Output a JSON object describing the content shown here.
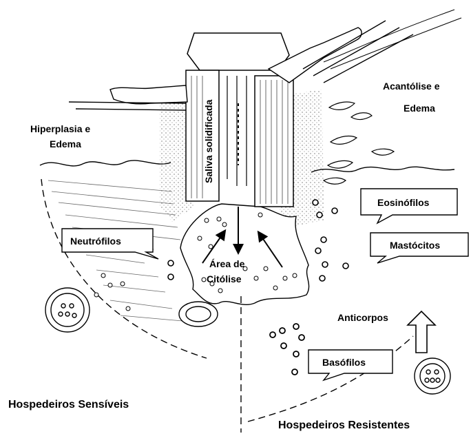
{
  "labels": {
    "saliva": "Saliva solidificada",
    "acantolise_1": "Acantólise e",
    "acantolise_2": "Edema",
    "hiperplasia_1": "Hiperplasia e",
    "hiperplasia_2": "Edema",
    "eosinofilos": "Eosinófilos",
    "mastocitos": "Mastócitos",
    "neutrofilos": "Neutrófilos",
    "area_1": "Área de",
    "area_2": "Citólise",
    "anticorpos": "Anticorpos",
    "basofilos": "Basófilos",
    "sensiveis": "Hospedeiros Sensíveis",
    "resistentes": "Hospedeiros Resistentes"
  }
}
